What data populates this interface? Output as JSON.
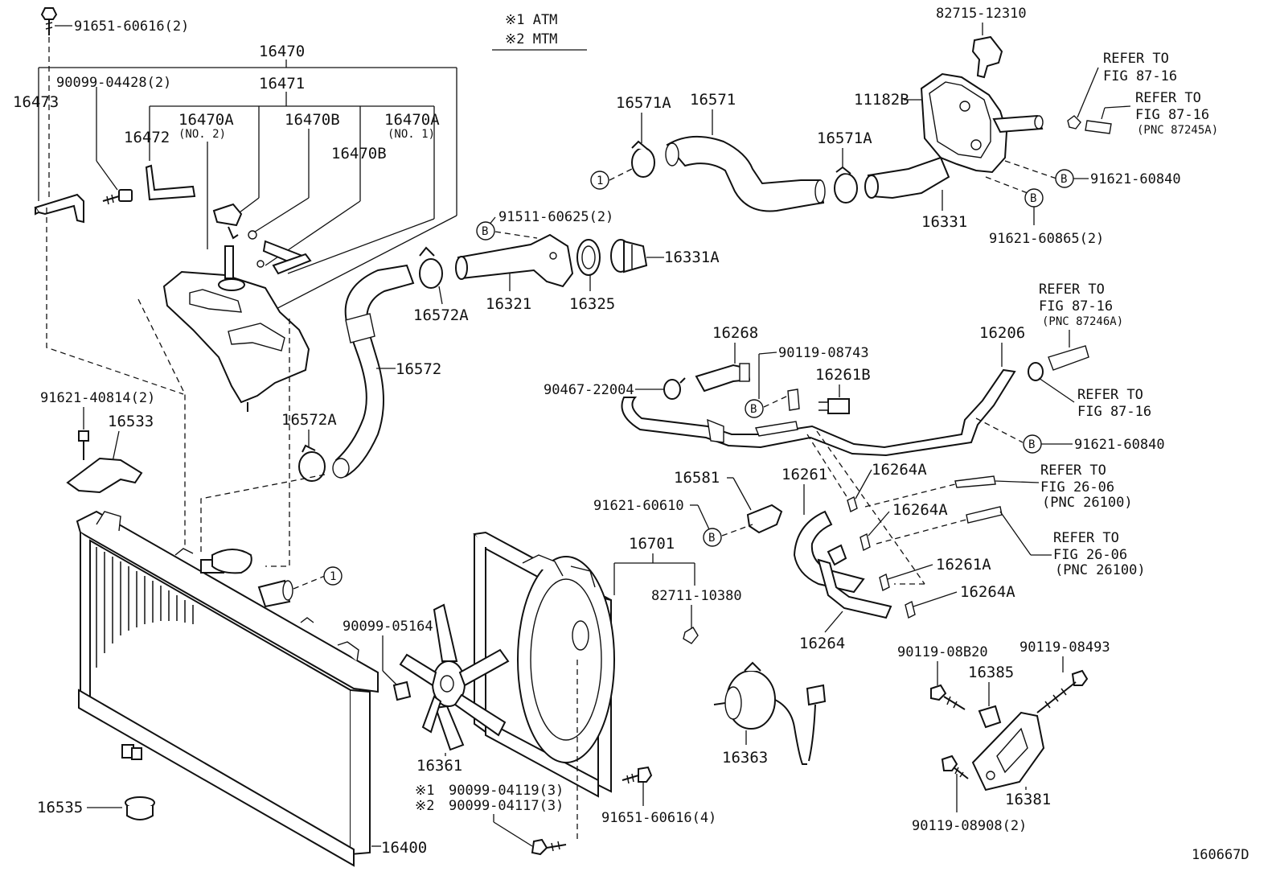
{
  "legend": {
    "line1": "※1  ATM",
    "line2": "※2  MTM"
  },
  "markers": {
    "ref_b": "B",
    "ref_1": "1"
  },
  "labels": {
    "p91651_60616_2": "91651-60616(2)",
    "p16470": "16470",
    "p16471": "16471",
    "p90099_04428_2": "90099-04428(2)",
    "p16473": "16473",
    "p16470A_no2": "16470A",
    "no2": "(NO. 2)",
    "p16470B_a": "16470B",
    "p16470A_no1": "16470A",
    "no1": "(NO. 1)",
    "p16472": "16472",
    "p16470B_b": "16470B",
    "p91511_60625_2": "91511-60625(2)",
    "p16331A": "16331A",
    "p16572A_a": "16572A",
    "p16321": "16321",
    "p16325": "16325",
    "p16572": "16572",
    "p16572A_b": "16572A",
    "p91621_40814_2": "91621-40814(2)",
    "p16533": "16533",
    "p16571A_a": "16571A",
    "p16571": "16571",
    "p16571A_b": "16571A",
    "p82715_12310": "82715-12310",
    "p11182B": "11182B",
    "p16331": "16331",
    "p91621_60840_a": "91621-60840",
    "p91621_60865_2": "91621-60865(2)",
    "refer_87_16_a1": "REFER TO",
    "refer_87_16_a2": "FIG 87-16",
    "refer_87_16_b1": "REFER TO",
    "refer_87_16_b2": "FIG 87-16",
    "refer_87_16_b3": "(PNC 87245A)",
    "refer_87_16_c1": "REFER TO",
    "refer_87_16_c2": "FIG 87-16",
    "refer_87_16_c3": "(PNC 87246A)",
    "refer_87_16_d1": "REFER TO",
    "refer_87_16_d2": "FIG 87-16",
    "p16268": "16268",
    "p90119_08743": "90119-08743",
    "p16261B": "16261B",
    "p16206": "16206",
    "p90467_22004": "90467-22004",
    "p91621_60840_b": "91621-60840",
    "p16581": "16581",
    "p91621_60610": "91621-60610",
    "p16261": "16261",
    "p16264A_a": "16264A",
    "p16264A_b": "16264A",
    "p16261A": "16261A",
    "p16264A_c": "16264A",
    "p16264": "16264",
    "refer_26_06_a1": "REFER TO",
    "refer_26_06_a2": "FIG 26-06",
    "refer_26_06_a3": "(PNC 26100)",
    "refer_26_06_b1": "REFER TO",
    "refer_26_06_b2": "FIG 26-06",
    "refer_26_06_b3": "(PNC 26100)",
    "p16701": "16701",
    "p82711_10380": "82711-10380",
    "p90099_05164": "90099-05164",
    "p16361": "16361",
    "p90099_04119_3": "90099-04119(3)",
    "p90099_04117_3": "90099-04117(3)",
    "mark1": "※1",
    "mark2": "※2",
    "p91651_60616_4": "91651-60616(4)",
    "p16363": "16363",
    "p90119_08B20": "90119-08B20",
    "p16385": "16385",
    "p90119_08493": "90119-08493",
    "p16381": "16381",
    "p90119_08908_2": "90119-08908(2)",
    "p16535": "16535",
    "p16400": "16400",
    "figure_code": "160667D"
  }
}
